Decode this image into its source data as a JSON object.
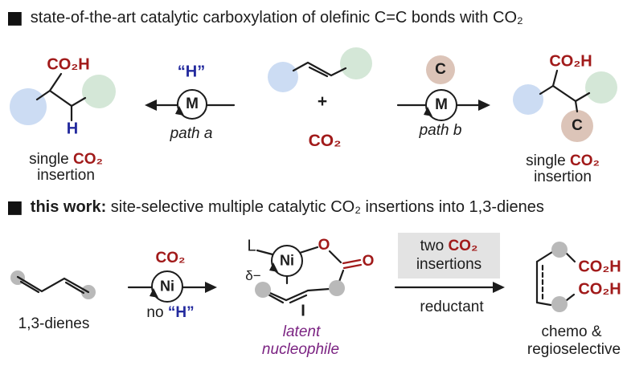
{
  "header_top": {
    "bullet": "■",
    "text": "state-of-the-art catalytic carboxylation of olefinic C=C bonds with CO₂"
  },
  "header_work": {
    "bullet": "■",
    "bold": "this work:",
    "rest": " site-selective multiple catalytic CO₂ insertions into 1,3-dienes"
  },
  "top": {
    "left_product": {
      "acid": "CO₂H",
      "hydrogen": "H",
      "cap1a": "single ",
      "cap1b": "CO₂",
      "cap2": "insertion"
    },
    "path_a": {
      "h": "“H”",
      "metal": "M",
      "label": "path a"
    },
    "center": {
      "plus": "+",
      "co2": "CO₂"
    },
    "path_b": {
      "c": "C",
      "metal": "M",
      "label": "path b"
    },
    "right_product": {
      "acid": "CO₂H",
      "c": "C",
      "cap1a": "single ",
      "cap1b": "CO₂",
      "cap2": "insertion"
    }
  },
  "bottom": {
    "diene_label": "1,3-dienes",
    "ni_arrow": {
      "co2": "CO₂",
      "metal": "Ni",
      "no": "no ",
      "h": "“H”"
    },
    "intermediate": {
      "ligand": "L",
      "metal": "Ni",
      "o_top": "O",
      "o_right": "O",
      "delta": "δ−",
      "numeral": "I",
      "latent1": "latent",
      "latent2": "nucleophile"
    },
    "step": {
      "line1a": "two ",
      "line1b": "CO₂",
      "line2": "insertions",
      "below": "reductant"
    },
    "product": {
      "acid1": "CO₂H",
      "acid2": "CO₂H",
      "cap1": "chemo &",
      "cap2": "regioselective"
    }
  },
  "colors": {
    "dark_red": "#a11a1a",
    "navy": "#232a9e",
    "purple": "#7b2382",
    "blue_sphere": "#ccdcf3",
    "green_sphere": "#d4e7d7",
    "tan_sphere": "#dcc4b8",
    "gray_sphere": "#b9b9b9",
    "ink": "#1c1c1c",
    "box_gray": "#e3e3e3"
  }
}
